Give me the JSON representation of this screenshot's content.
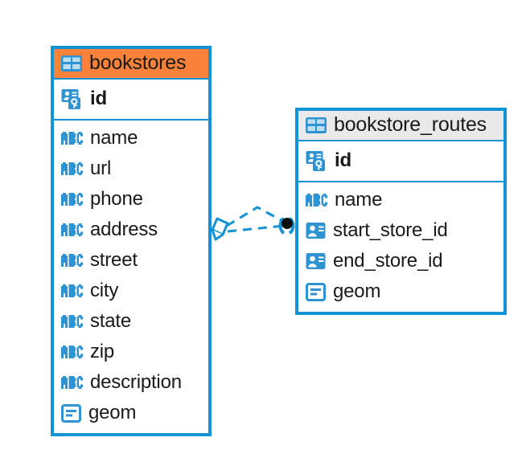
{
  "diagram": {
    "kind": "entity-relationship-diagram",
    "background": "#ffffff",
    "colors": {
      "border": "#1393d4",
      "icon_blue": "#2f93d1",
      "header_orange": "#f9813a",
      "header_grey": "#e9e9e9",
      "text": "#1a1a1a",
      "connector": "#1393d4",
      "connector_endpoint": "#0d0d0d"
    }
  },
  "tables": [
    {
      "name": "bookstores",
      "header_style": "accent-orange",
      "table_icon": "table-grid-icon",
      "primary_key": {
        "label": "id",
        "icon": "primary-key-icon"
      },
      "fields": [
        {
          "label": "name",
          "icon": "text-type-icon",
          "type": "ABC"
        },
        {
          "label": "url",
          "icon": "text-type-icon",
          "type": "ABC"
        },
        {
          "label": "phone",
          "icon": "text-type-icon",
          "type": "ABC"
        },
        {
          "label": "address",
          "icon": "text-type-icon",
          "type": "ABC"
        },
        {
          "label": "street",
          "icon": "text-type-icon",
          "type": "ABC"
        },
        {
          "label": "city",
          "icon": "text-type-icon",
          "type": "ABC"
        },
        {
          "label": "state",
          "icon": "text-type-icon",
          "type": "ABC"
        },
        {
          "label": "zip",
          "icon": "text-type-icon",
          "type": "ABC"
        },
        {
          "label": "description",
          "icon": "text-type-icon",
          "type": "ABC"
        },
        {
          "label": "geom",
          "icon": "geometry-type-icon",
          "type": "geom"
        }
      ]
    },
    {
      "name": "bookstore_routes",
      "header_style": "accent-grey",
      "table_icon": "table-grid-icon",
      "primary_key": {
        "label": "id",
        "icon": "primary-key-icon"
      },
      "fields": [
        {
          "label": "name",
          "icon": "text-type-icon",
          "type": "ABC"
        },
        {
          "label": "start_store_id",
          "icon": "foreign-key-icon",
          "type": "fk"
        },
        {
          "label": "end_store_id",
          "icon": "foreign-key-icon",
          "type": "fk"
        },
        {
          "label": "geom",
          "icon": "geometry-type-icon",
          "type": "geom"
        }
      ]
    }
  ],
  "relationships": [
    {
      "from_table": "bookstores",
      "to_table": "bookstore_routes",
      "from_marker": "hollow-diamond",
      "to_marker": "filled-circle",
      "line_style": "dashed",
      "branches": 2
    }
  ]
}
